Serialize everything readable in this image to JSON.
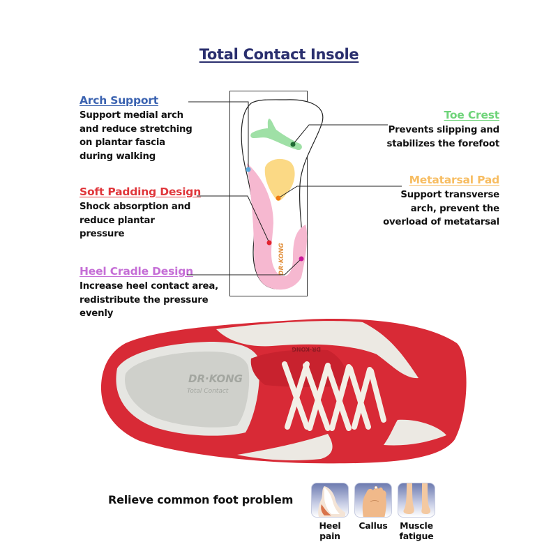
{
  "title": "Total Contact Insole",
  "features": {
    "arch_support": {
      "heading": "Arch Support",
      "color": "#3a62b0",
      "description": "Support medial arch\nand reduce stretching\non plantar fascia\nduring walking",
      "marker_color": "#5aa8dc"
    },
    "soft_padding": {
      "heading": "Soft Padding Design",
      "color": "#e0363b",
      "description": "Shock absorption and\nreduce plantar\npressure",
      "marker_color": "#e3222e"
    },
    "heel_cradle": {
      "heading": "Heel Cradle Design",
      "color": "#c56ed6",
      "description": "Increase heel contact area,\nredistribute the pressure\nevenly",
      "marker_color": "#c8189a"
    },
    "toe_crest": {
      "heading": "Toe Crest",
      "color": "#6fd47a",
      "description": "Prevents slipping and\nstabilizes the forefoot",
      "marker_color": "#1f6b34"
    },
    "metatarsal_pad": {
      "heading": "Metatarsal Pad",
      "color": "#f7bd62",
      "description": "Support transverse\narch, prevent the\noverload of metatarsal",
      "marker_color": "#f07a10"
    }
  },
  "insole": {
    "brand_text": "DR·KONG",
    "pad_colors": {
      "soft_padding": "#f6b8d0",
      "toe_crest": "#9fe0a6",
      "metatarsal": "#fbd985"
    }
  },
  "shoe": {
    "insole_print_line1": "DR·KONG",
    "insole_print_line2": "Total Contact",
    "tongue_label": "DR·KONG",
    "upper_color": "#d82a36",
    "panel_color": "#ece9e3"
  },
  "relieve": {
    "heading": "Relieve common foot problem",
    "problems": [
      {
        "icon": "heel-pain-icon",
        "label": "Heel\npain"
      },
      {
        "icon": "callus-icon",
        "label": "Callus"
      },
      {
        "icon": "muscle-fatigue-icon",
        "label": "Muscle\nfatigue"
      }
    ]
  }
}
